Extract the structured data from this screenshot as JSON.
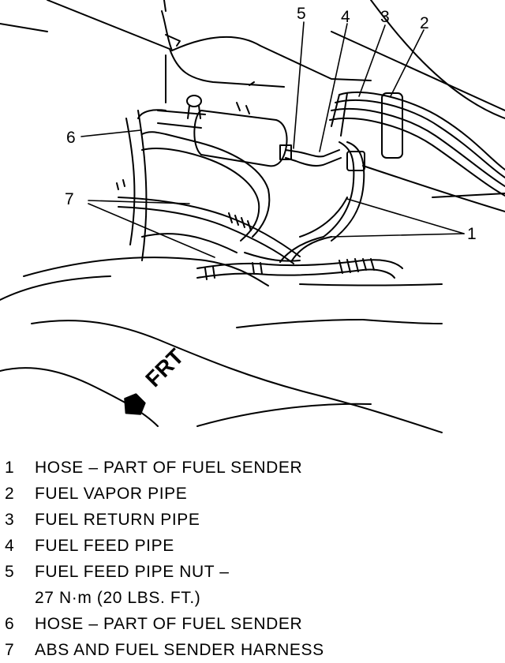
{
  "callouts": [
    {
      "num": "1"
    },
    {
      "num": "2"
    },
    {
      "num": "3"
    },
    {
      "num": "4"
    },
    {
      "num": "5"
    },
    {
      "num": "6"
    },
    {
      "num": "7"
    }
  ],
  "direction_label": "FRT",
  "legend": [
    {
      "num": "1",
      "text": "HOSE – PART OF FUEL SENDER"
    },
    {
      "num": "2",
      "text": "FUEL VAPOR PIPE"
    },
    {
      "num": "3",
      "text": "FUEL RETURN PIPE"
    },
    {
      "num": "4",
      "text": "FUEL FEED PIPE"
    },
    {
      "num": "5",
      "text": "FUEL FEED PIPE NUT –"
    },
    {
      "num": "",
      "text": "27 N·m (20 LBS. FT.)"
    },
    {
      "num": "6",
      "text": "HOSE – PART OF FUEL SENDER"
    },
    {
      "num": "7",
      "text": "ABS AND FUEL SENDER HARNESS"
    }
  ]
}
